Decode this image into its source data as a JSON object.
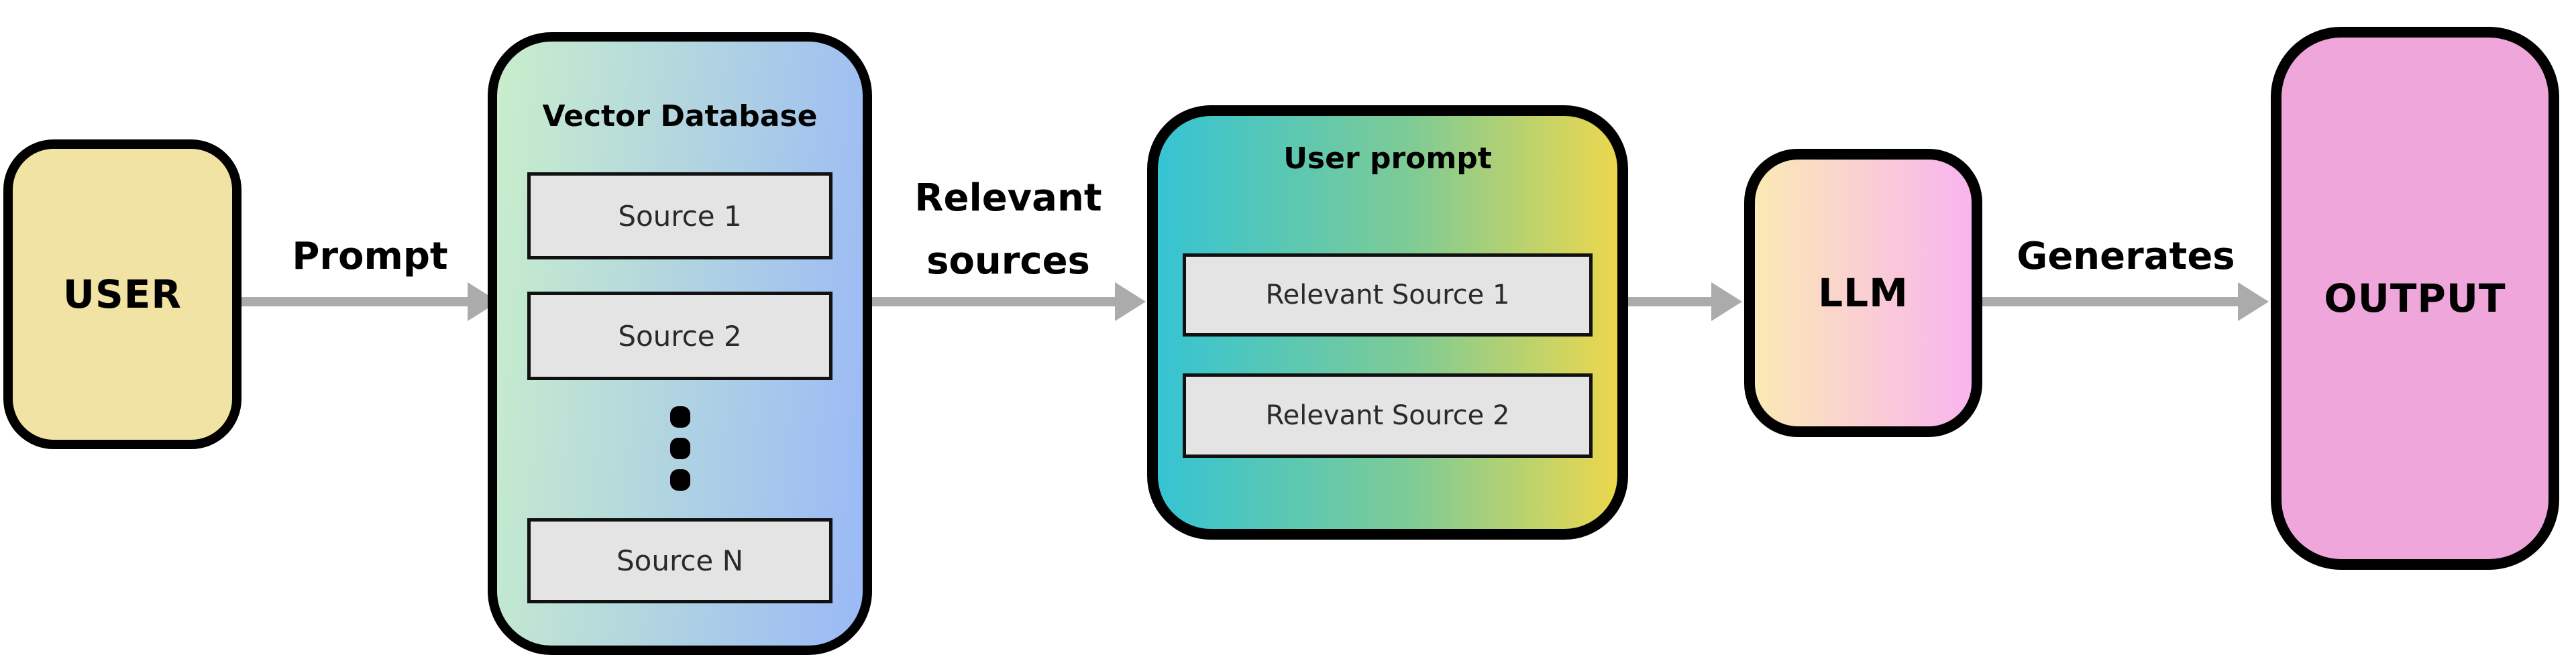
{
  "nodes": {
    "user": {
      "label": "USER"
    },
    "vector_database": {
      "title": "Vector Database",
      "sources": [
        "Source 1",
        "Source 2",
        "Source N"
      ]
    },
    "user_prompt": {
      "title": "User prompt",
      "sources": [
        "Relevant Source 1",
        "Relevant Source 2"
      ]
    },
    "llm": {
      "label": "LLM"
    },
    "output": {
      "label": "OUTPUT"
    }
  },
  "arrows": {
    "prompt": {
      "label": "Prompt"
    },
    "relevant_sources": {
      "label_line1": "Relevant",
      "label_line2": "sources"
    },
    "generates": {
      "label": "Generates"
    }
  },
  "colors": {
    "background": "#ffffff",
    "border": "#000000",
    "arrow": "#ababab",
    "user_fill": "#f1e3a3",
    "vector_database_gradient": "linear-gradient(95deg, #c8eecb 0%, #9ab9f7 100%)",
    "user_prompt_gradient": "linear-gradient(90deg, #35c4d3 0%, #7ecb95 55%, #ecd74d 100%)",
    "llm_gradient": "linear-gradient(90deg, #faeab5 0%, #f9b4ef 100%)",
    "output_fill": "#efa6da",
    "source_fill": "#e4e4e4",
    "source_text": "#2a2a2a",
    "text": "#000000"
  }
}
